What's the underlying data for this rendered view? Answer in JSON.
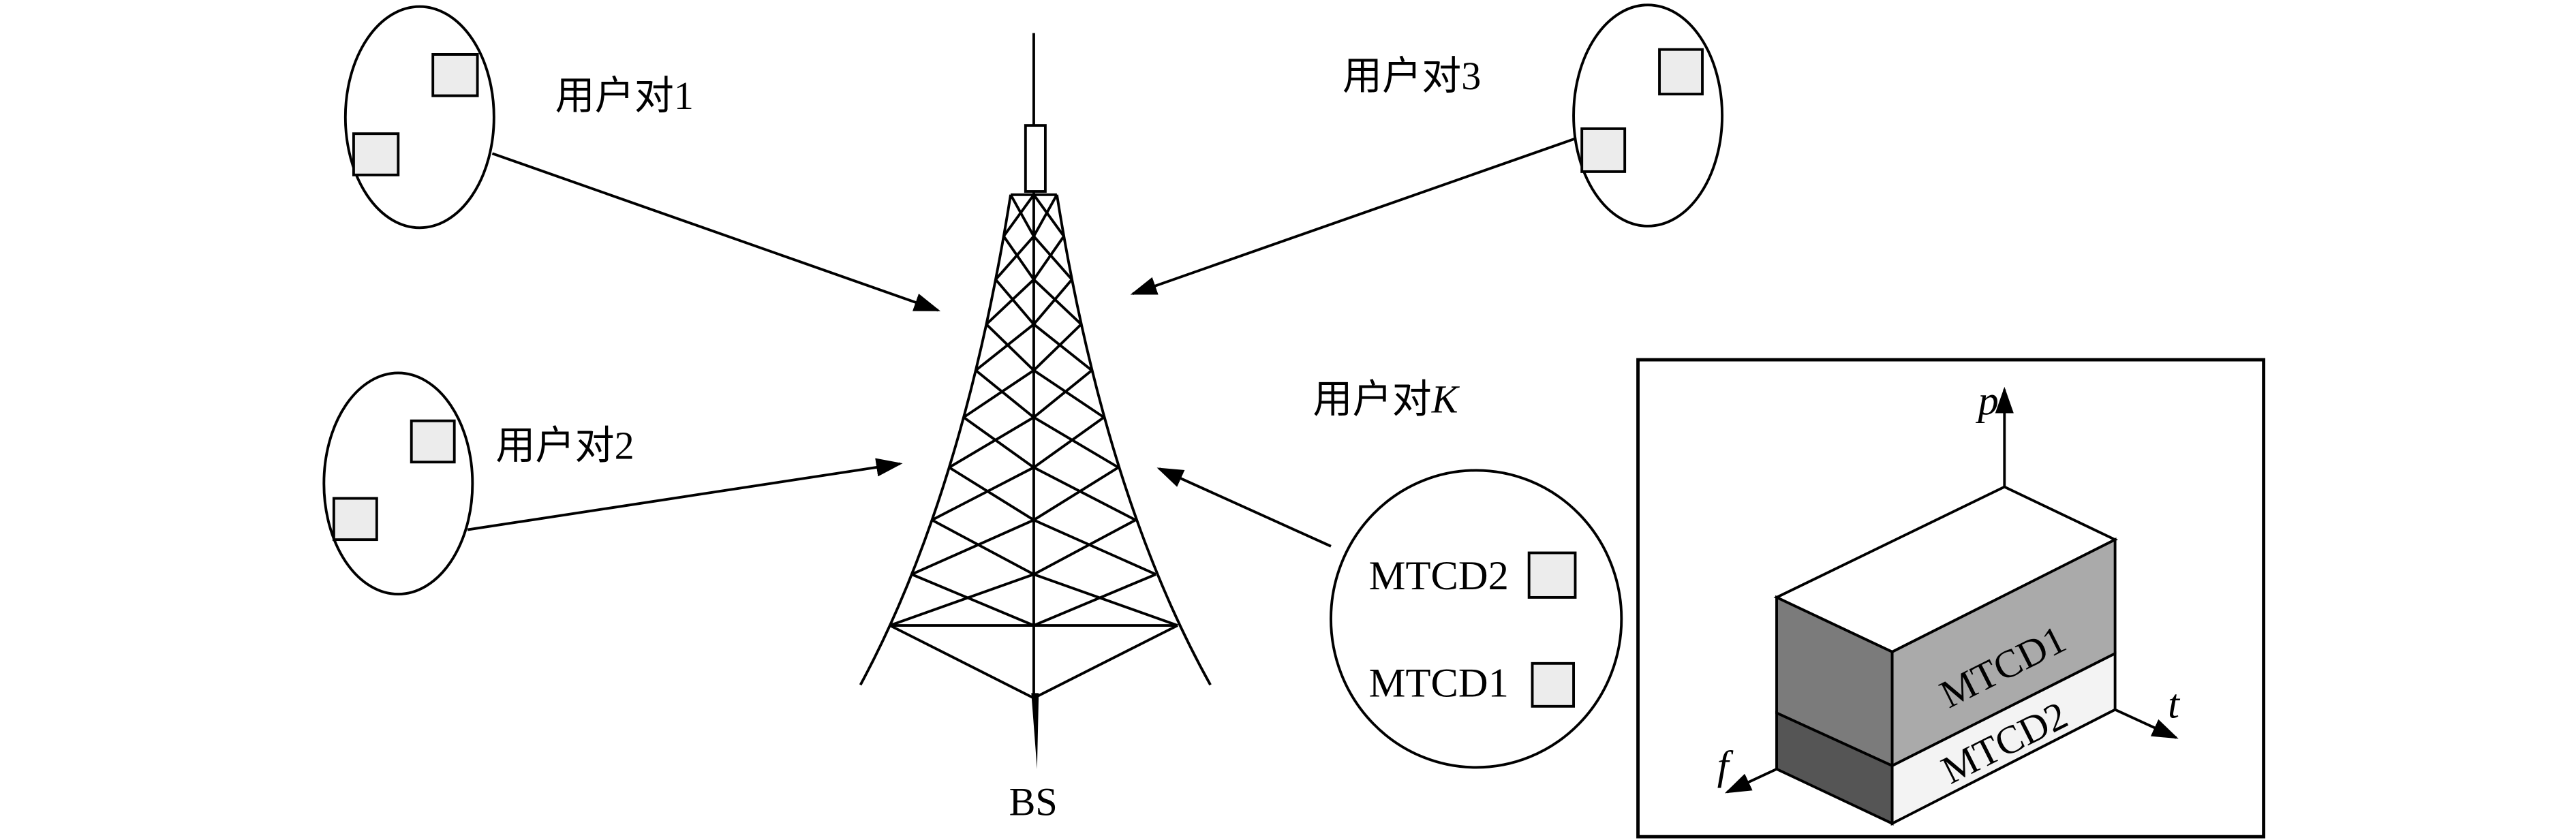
{
  "user_pairs": [
    {
      "label": "用户对1"
    },
    {
      "label": "用户对2"
    },
    {
      "label": "用户对3"
    },
    {
      "label_prefix": "用户对",
      "label_var": "K",
      "devices": [
        "MTCD2",
        "MTCD1"
      ]
    }
  ],
  "base_station": {
    "label": "BS"
  },
  "resource_block": {
    "axes": {
      "power": "p",
      "time": "t",
      "frequency": "f"
    },
    "layers": [
      "MTCD1",
      "MTCD2"
    ]
  },
  "colors": {
    "stroke": "#000000",
    "background": "#ffffff",
    "device_fill": "#ececec",
    "block_top": "#ffffff",
    "block_side_upper": "#7b7b7b",
    "block_side_lower": "#555555",
    "layer_mtcd1": "#aaaaaa",
    "layer_mtcd2": "#f3f3f3"
  }
}
